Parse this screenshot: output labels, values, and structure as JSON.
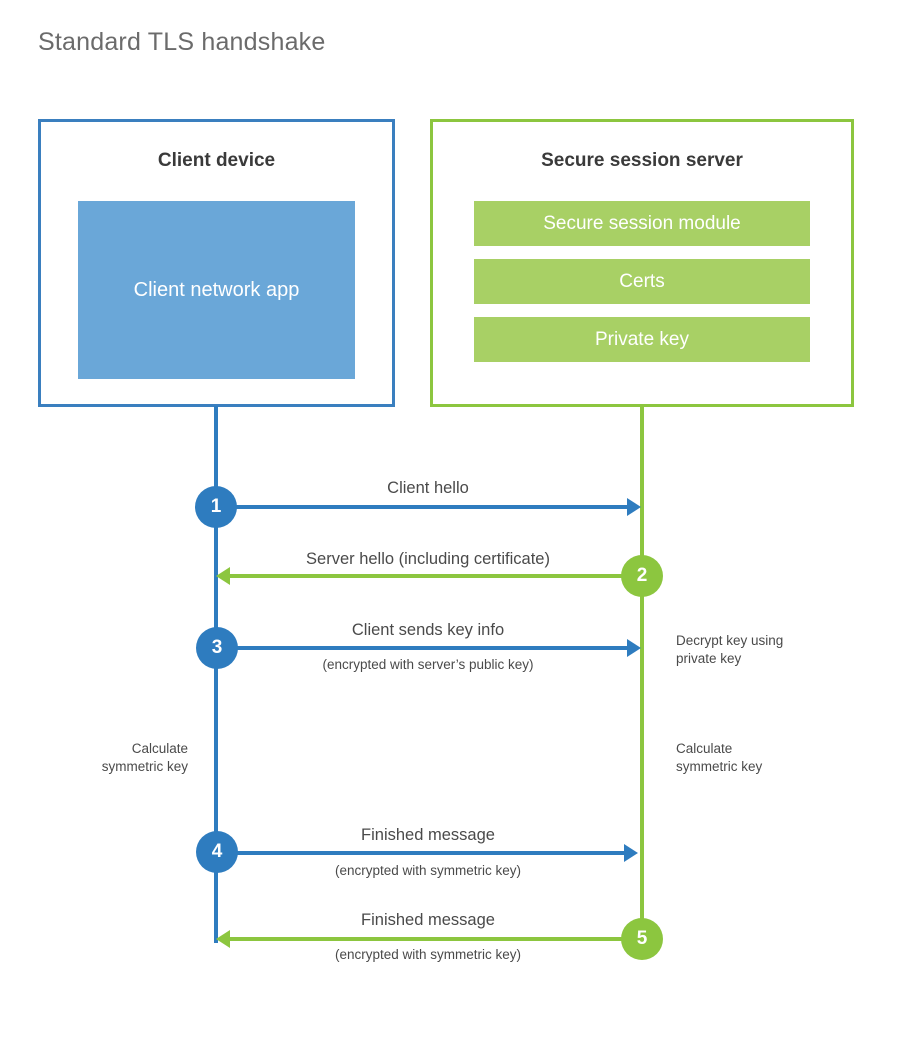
{
  "diagram": {
    "title": "Standard TLS handshake",
    "colors": {
      "client_blue": "#2e7cbf",
      "client_border_blue": "#3a7fbf",
      "client_app_fill": "#6aa7d8",
      "server_green": "#8cc63f",
      "server_bar_fill": "#a8d065",
      "text_gray": "#4a4a4a",
      "title_gray": "#6b6b6b",
      "background": "#ffffff"
    }
  },
  "client_panel": {
    "title": "Client device",
    "app_box_label": "Client network app"
  },
  "server_panel": {
    "title": "Secure session server",
    "bars": [
      {
        "label": "Secure session module"
      },
      {
        "label": "Certs"
      },
      {
        "label": "Private key"
      }
    ]
  },
  "steps": [
    {
      "number": "1",
      "label": "Client hello",
      "sublabel": "",
      "direction": "client-to-server",
      "color": "#2e7cbf"
    },
    {
      "number": "2",
      "label": "Server hello (including certificate)",
      "sublabel": "",
      "direction": "server-to-client",
      "color": "#8cc63f"
    },
    {
      "number": "3",
      "label": "Client sends key info",
      "sublabel": "(encrypted with server’s public key)",
      "direction": "client-to-server",
      "color": "#2e7cbf"
    },
    {
      "number": "4",
      "label": "Finished message",
      "sublabel": "(encrypted with symmetric key)",
      "direction": "client-to-server",
      "color": "#2e7cbf"
    },
    {
      "number": "5",
      "label": "Finished message",
      "sublabel": "(encrypted with symmetric key)",
      "direction": "server-to-client",
      "color": "#8cc63f"
    }
  ],
  "side_notes": {
    "server_decrypt": "Decrypt key using\nprivate key",
    "server_decrypt_line1": "Decrypt key using",
    "server_decrypt_line2": "private key",
    "client_calculate_line1": "Calculate",
    "client_calculate_line2": "symmetric key",
    "server_calculate_line1": "Calculate",
    "server_calculate_line2": "symmetric key"
  }
}
